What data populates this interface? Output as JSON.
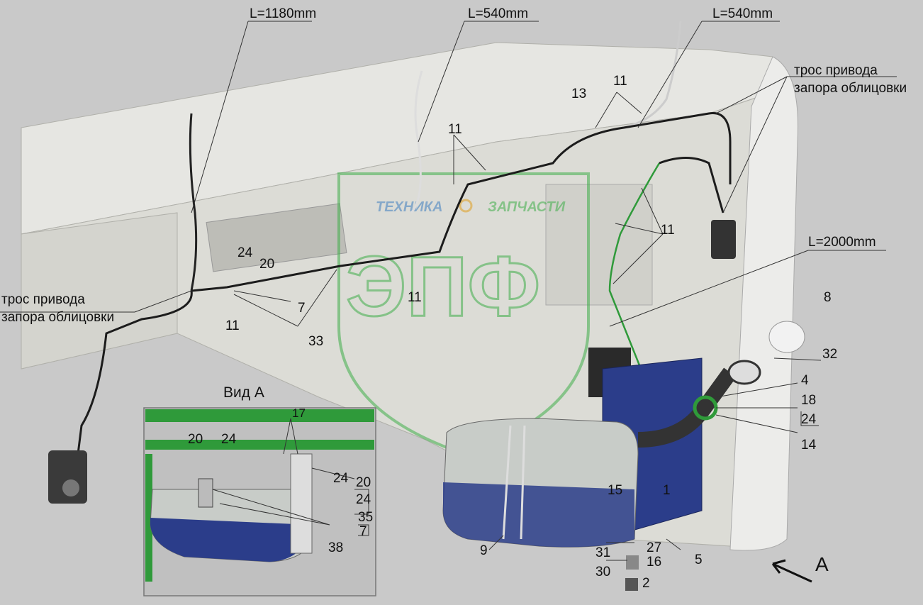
{
  "lengths": {
    "l1180": "L=1180mm",
    "l540a": "L=540mm",
    "l540b": "L=540mm",
    "l2000": "L=2000mm"
  },
  "cable_labels": {
    "right_line1": "трос привода",
    "right_line2": "запора облицовки",
    "left_line1": "трос привода",
    "left_line2": "запора облицовки"
  },
  "watermark": {
    "top_left": "ТЕХНИКА",
    "top_right": "ЗАПЧАСТИ",
    "main": "ЭПФ"
  },
  "inset": {
    "title": "Вид А",
    "labels": {
      "p17": "17",
      "p20a": "20",
      "p24a": "24",
      "p24b": "24",
      "p20b": "20",
      "p24c": "24",
      "p35": "35",
      "p7": "7",
      "p38": "38"
    }
  },
  "view_letter": "A",
  "part_labels": {
    "p13": "13",
    "p11a": "11",
    "p11b": "11",
    "p11c": "11",
    "p11d": "11",
    "p11e": "11",
    "p24": "24",
    "p20": "20",
    "p7": "7",
    "p33": "33",
    "p8": "8",
    "p32": "32",
    "p4": "4",
    "p18": "18",
    "p24r": "24",
    "p14": "14",
    "p15": "15",
    "p1": "1",
    "p9": "9",
    "p31": "31",
    "p27": "27",
    "p30": "30",
    "p16": "16",
    "p2": "2",
    "p5": "5"
  },
  "colors": {
    "background": "#c9c9c9",
    "cab": "#e6e6e2",
    "tank": "#2b3d8a",
    "bracket_green": "#2f9a3a",
    "cable": "#1c1c1c"
  }
}
